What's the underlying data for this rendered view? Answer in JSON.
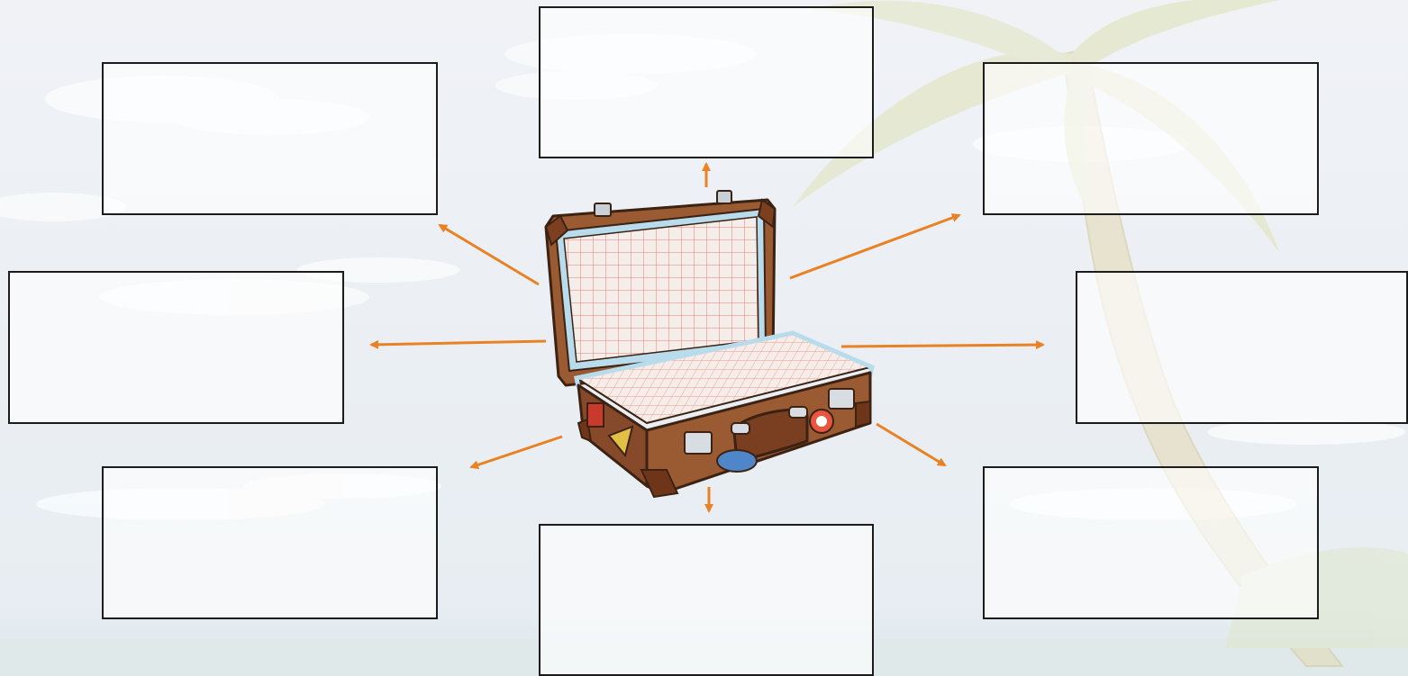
{
  "theme": {
    "sky_top": "#eef1f5",
    "sky_bottom": "#e6ecf1",
    "sea": "#dfe8ea",
    "cloud": "#ffffff",
    "palm": "#d9ddb6",
    "arrow": "#e98224",
    "box_border": "#1c1c1c"
  },
  "boxes": [
    {
      "id": "top",
      "text": ""
    },
    {
      "id": "upper-left",
      "text": ""
    },
    {
      "id": "upper-right",
      "text": ""
    },
    {
      "id": "mid-left",
      "text": ""
    },
    {
      "id": "mid-right",
      "text": ""
    },
    {
      "id": "lower-left",
      "text": ""
    },
    {
      "id": "lower-right",
      "text": ""
    },
    {
      "id": "bottom",
      "text": ""
    }
  ],
  "illustration": {
    "subject": "open-suitcase",
    "background": "beach-with-palm-tree"
  }
}
